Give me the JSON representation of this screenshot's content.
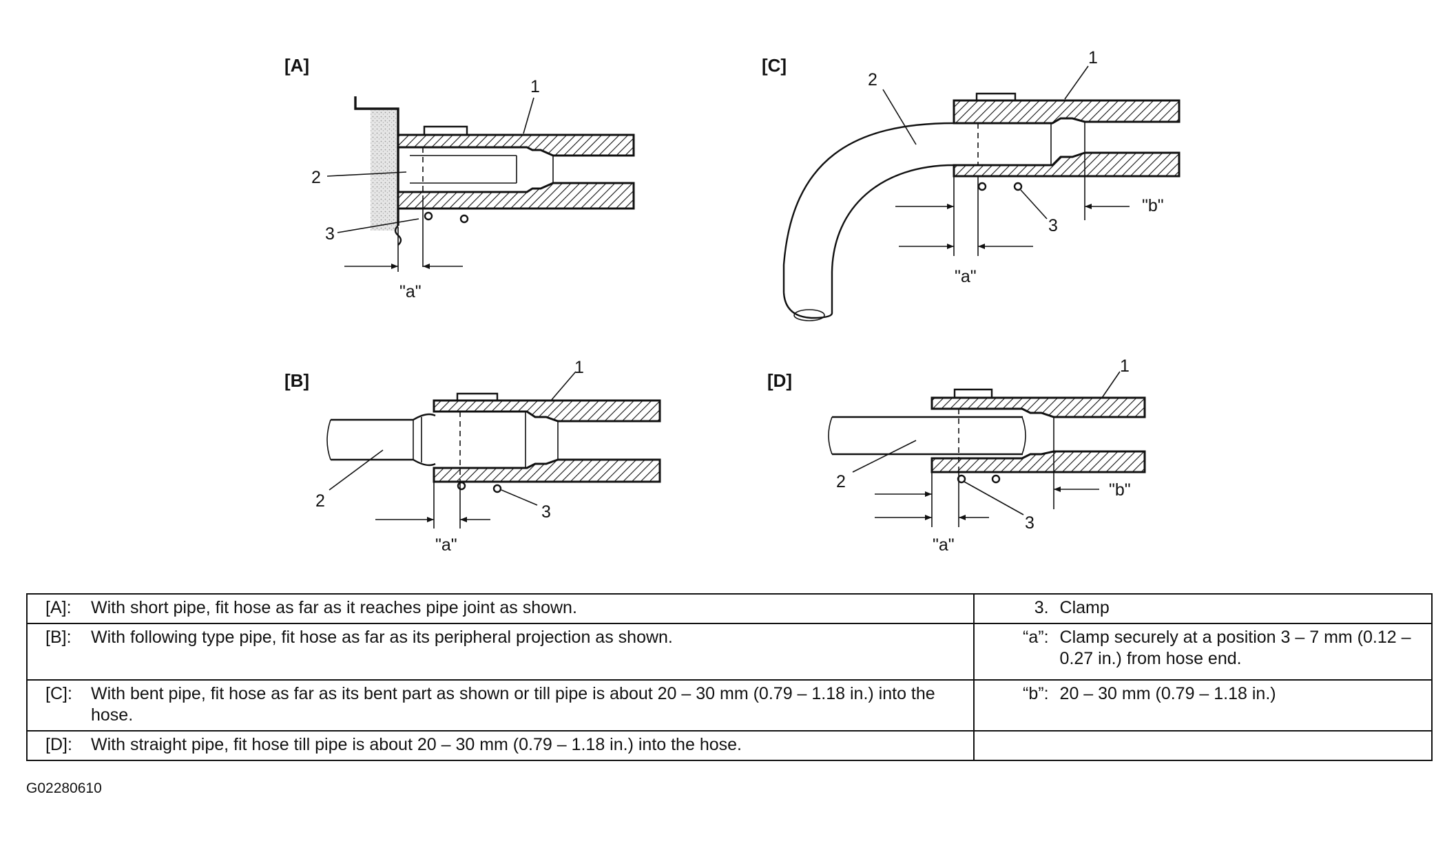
{
  "panels": {
    "A": {
      "label": "[A]",
      "callout_1": "1",
      "callout_2": "2",
      "callout_3": "3",
      "dim_a": "\"a\""
    },
    "B": {
      "label": "[B]",
      "callout_1": "1",
      "callout_2": "2",
      "callout_3": "3",
      "dim_a": "\"a\""
    },
    "C": {
      "label": "[C]",
      "callout_1": "1",
      "callout_2": "2",
      "callout_3": "3",
      "dim_a": "\"a\"",
      "dim_b": "\"b\""
    },
    "D": {
      "label": "[D]",
      "callout_1": "1",
      "callout_2": "2",
      "callout_3": "3",
      "dim_a": "\"a\"",
      "dim_b": "\"b\""
    }
  },
  "legend": {
    "left": [
      {
        "key": "[A]:",
        "text": "With short pipe, fit hose as far as it reaches pipe joint as shown."
      },
      {
        "key": "[B]:",
        "text": "With following type pipe, fit hose as far as its peripheral projection as shown."
      },
      {
        "key": "[C]:",
        "text": "With bent pipe, fit hose as far as its bent part as shown or till pipe is about 20 – 30 mm (0.79 – 1.18 in.) into the hose."
      },
      {
        "key": "[D]:",
        "text": "With straight pipe, fit hose till pipe is about 20 – 30 mm (0.79 – 1.18 in.) into the hose."
      }
    ],
    "right": [
      {
        "key": "3.",
        "text": "Clamp"
      },
      {
        "key": "“a”:",
        "text": "Clamp securely at a position 3 – 7 mm (0.12 – 0.27 in.) from hose end."
      },
      {
        "key": "“b”:",
        "text": "20 – 30 mm (0.79 – 1.18 in.)"
      },
      {
        "key": "",
        "text": ""
      }
    ]
  },
  "figure_code": "G02280610"
}
